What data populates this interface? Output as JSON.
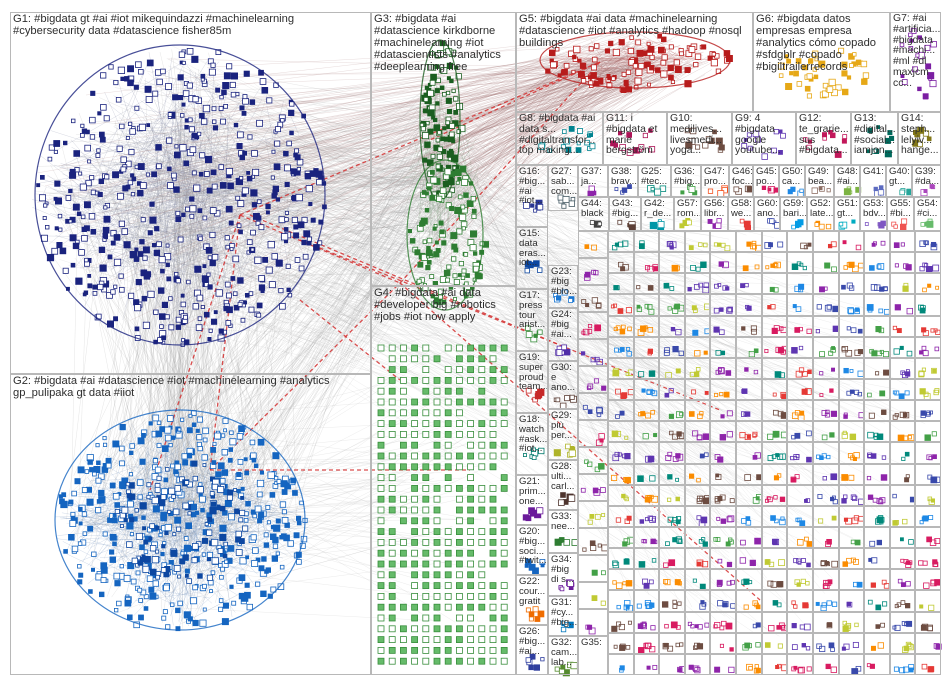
{
  "groups": [
    {
      "id": "G1",
      "label": "G1: #bigdata gt #ai #iot mikequindazzi #machinelearning\n#cybersecurity data #datascience fisher85m",
      "color": "#1a237e"
    },
    {
      "id": "G2",
      "label": "G2: #bigdata #ai #datascience #iot #machinelearning #analytics\ngp_pulipaka gt data #iiot",
      "color": "#1565c0"
    },
    {
      "id": "G3",
      "label": "G3: #bigdata #ai\n#datascience kirkdborne\n#machinelearning #iot\n#datascientists #analytics\n#deeplearning free",
      "color": "#1b5e20"
    },
    {
      "id": "G4",
      "label": "G4: #bigdata #ai data\n#developer big #robotics\n#jobs #iot now apply",
      "color": "#4caf50"
    },
    {
      "id": "G5",
      "label": "G5: #bigdata #ai data #machinelearning\n#datascience #iot #analytics #hadoop #nosql\nbuildings",
      "color": "#b71c1c"
    },
    {
      "id": "G6",
      "label": "G6: #bigdata datos\nempresas empresa\n#analytics cómo copado\n#sfdgblr #copado\n#bigiltrailerrecords",
      "color": "#e6a817"
    },
    {
      "id": "G7",
      "label": "G7: #ai\n#artificia...\n#bigdata\n#machi...\n#ml #dl\nmaxjcm\ncc...",
      "color": "#7b1fa2"
    },
    {
      "id": "G8",
      "label": "G8: #bigdata #ai\ndata s...\n#digitaltransfor...\ntop making...",
      "color": "#00838f"
    },
    {
      "id": "G11",
      "label": "G11: i\n#bigdata et\nmarie\nbergström",
      "color": "#ad1457"
    },
    {
      "id": "G10",
      "label": "G10:\nmedilives...\nlivesmedi...\nyoga...",
      "color": "#6d4c41"
    },
    {
      "id": "G9",
      "label": "G9: 4\n#bigdata\ngoogle\nyoutube...",
      "color": "#5e35b1"
    },
    {
      "id": "G12",
      "label": "G12:\nte_grarie...\nsus\n#bigdata...",
      "color": "#c2185b"
    },
    {
      "id": "G13",
      "label": "G13:\n#digital...\n#social...\niamjon...",
      "color": "#00695c"
    },
    {
      "id": "G14",
      "label": "G14:\nsteph...\nlelyiv...\nhange...",
      "color": "#827717"
    },
    {
      "id": "G16",
      "label": "G16:\n#big...\n#ai\n#iot...",
      "color": "#283593"
    },
    {
      "id": "G27",
      "label": "G27:\nsab...\ncom...",
      "color": "#455a64"
    },
    {
      "id": "G37",
      "label": "G37:\nja...",
      "color": "#8e24aa"
    },
    {
      "id": "G38",
      "label": "G38:\nbrav...",
      "color": "#3949ab"
    },
    {
      "id": "G25",
      "label": "G25:\n#tec...",
      "color": "#00897b"
    },
    {
      "id": "G36",
      "label": "G36:\n#big...",
      "color": "#43a047"
    },
    {
      "id": "G47",
      "label": "G47:\npro...",
      "color": "#f4511e"
    },
    {
      "id": "G46",
      "label": "G46:\nfoc...",
      "color": "#6d4c41"
    },
    {
      "id": "G45",
      "label": "G45:\npo...",
      "color": "#d81b60"
    },
    {
      "id": "G50",
      "label": "G50:\nca...",
      "color": "#1e88e5"
    },
    {
      "id": "G49",
      "label": "G49:\nbea...",
      "color": "#8d6e63"
    },
    {
      "id": "G48",
      "label": "G48:\n#ai...",
      "color": "#7cb342"
    },
    {
      "id": "G41",
      "label": "G41:",
      "color": "#5c6bc0"
    },
    {
      "id": "G40",
      "label": "G40:\ngt...",
      "color": "#26a69a"
    },
    {
      "id": "G39",
      "label": "G39:\n#da...",
      "color": "#ab47bc"
    },
    {
      "id": "G44",
      "label": "G44:\nblack",
      "color": "#424242"
    },
    {
      "id": "G43",
      "label": "G43:\n#big...",
      "color": "#5d4037"
    },
    {
      "id": "G42",
      "label": "G42:\nr_de...",
      "color": "#0097a7"
    },
    {
      "id": "G57",
      "label": "G57:\nrom...",
      "color": "#c0ca33"
    },
    {
      "id": "G56",
      "label": "G56:\nlibr...",
      "color": "#8e24aa"
    },
    {
      "id": "G58",
      "label": "G58:\nwe...",
      "color": "#e53935"
    },
    {
      "id": "G60",
      "label": "G60:\nano...",
      "color": "#3949ab"
    },
    {
      "id": "G59",
      "label": "G59:\nbari...",
      "color": "#039be5"
    },
    {
      "id": "G52",
      "label": "G52:\nlate...",
      "color": "#fb8c00"
    },
    {
      "id": "G51",
      "label": "G51:\ngt...",
      "color": "#00acc1"
    },
    {
      "id": "G53",
      "label": "G53:\nbdv...",
      "color": "#7e57c2"
    },
    {
      "id": "G55",
      "label": "G55:\n#bi...",
      "color": "#ef5350"
    },
    {
      "id": "G54",
      "label": "G54:\n#ci...",
      "color": "#66bb6a"
    },
    {
      "id": "G15",
      "label": "G15:\ndata\neras...\niot...",
      "color": "#0d47a1"
    },
    {
      "id": "G23",
      "label": "G23:\n#big\n#blo...",
      "color": "#1976d2"
    },
    {
      "id": "G17",
      "label": "G17:\npress\ntour\narist...",
      "color": "#388e3c"
    },
    {
      "id": "G24",
      "label": "G24:\n#big\n#ai...",
      "color": "#512da8"
    },
    {
      "id": "G19",
      "label": "G19:\nsuper\nproud\nteam...",
      "color": "#c62828"
    },
    {
      "id": "G30",
      "label": "G30:\ne\nano...",
      "color": "#5d4037"
    },
    {
      "id": "G18",
      "label": "G18:\nwatch\n#ask...\n#iot...",
      "color": "#00796b"
    },
    {
      "id": "G29",
      "label": "G29:\npiù\nper...",
      "color": "#afb42b"
    },
    {
      "id": "G21",
      "label": "G21:\nprim...\none...",
      "color": "#6a1b9a"
    },
    {
      "id": "G28",
      "label": "G28:\nulti...\ncarl...",
      "color": "#4e342e"
    },
    {
      "id": "G20",
      "label": "G20:\n#big...\nsoci...\n#twit...",
      "color": "#1565c0"
    },
    {
      "id": "G33",
      "label": "G33:\nnee...",
      "color": "#2e7d32"
    },
    {
      "id": "G34",
      "label": "G34:\n#big\ndi s...",
      "color": "#6a1b9a"
    },
    {
      "id": "G22",
      "label": "G22:\ncour...\ngratit",
      "color": "#ef6c00"
    },
    {
      "id": "G31",
      "label": "G31:\n#cy...\n#big...",
      "color": "#0277bd"
    },
    {
      "id": "G26",
      "label": "G26:\n#big...\n#ai...",
      "color": "#303f9f"
    },
    {
      "id": "G32",
      "label": "G32:\ncam...\nlab...",
      "color": "#558b2f"
    },
    {
      "id": "G35",
      "label": "G35:",
      "color": "#00838f"
    }
  ]
}
